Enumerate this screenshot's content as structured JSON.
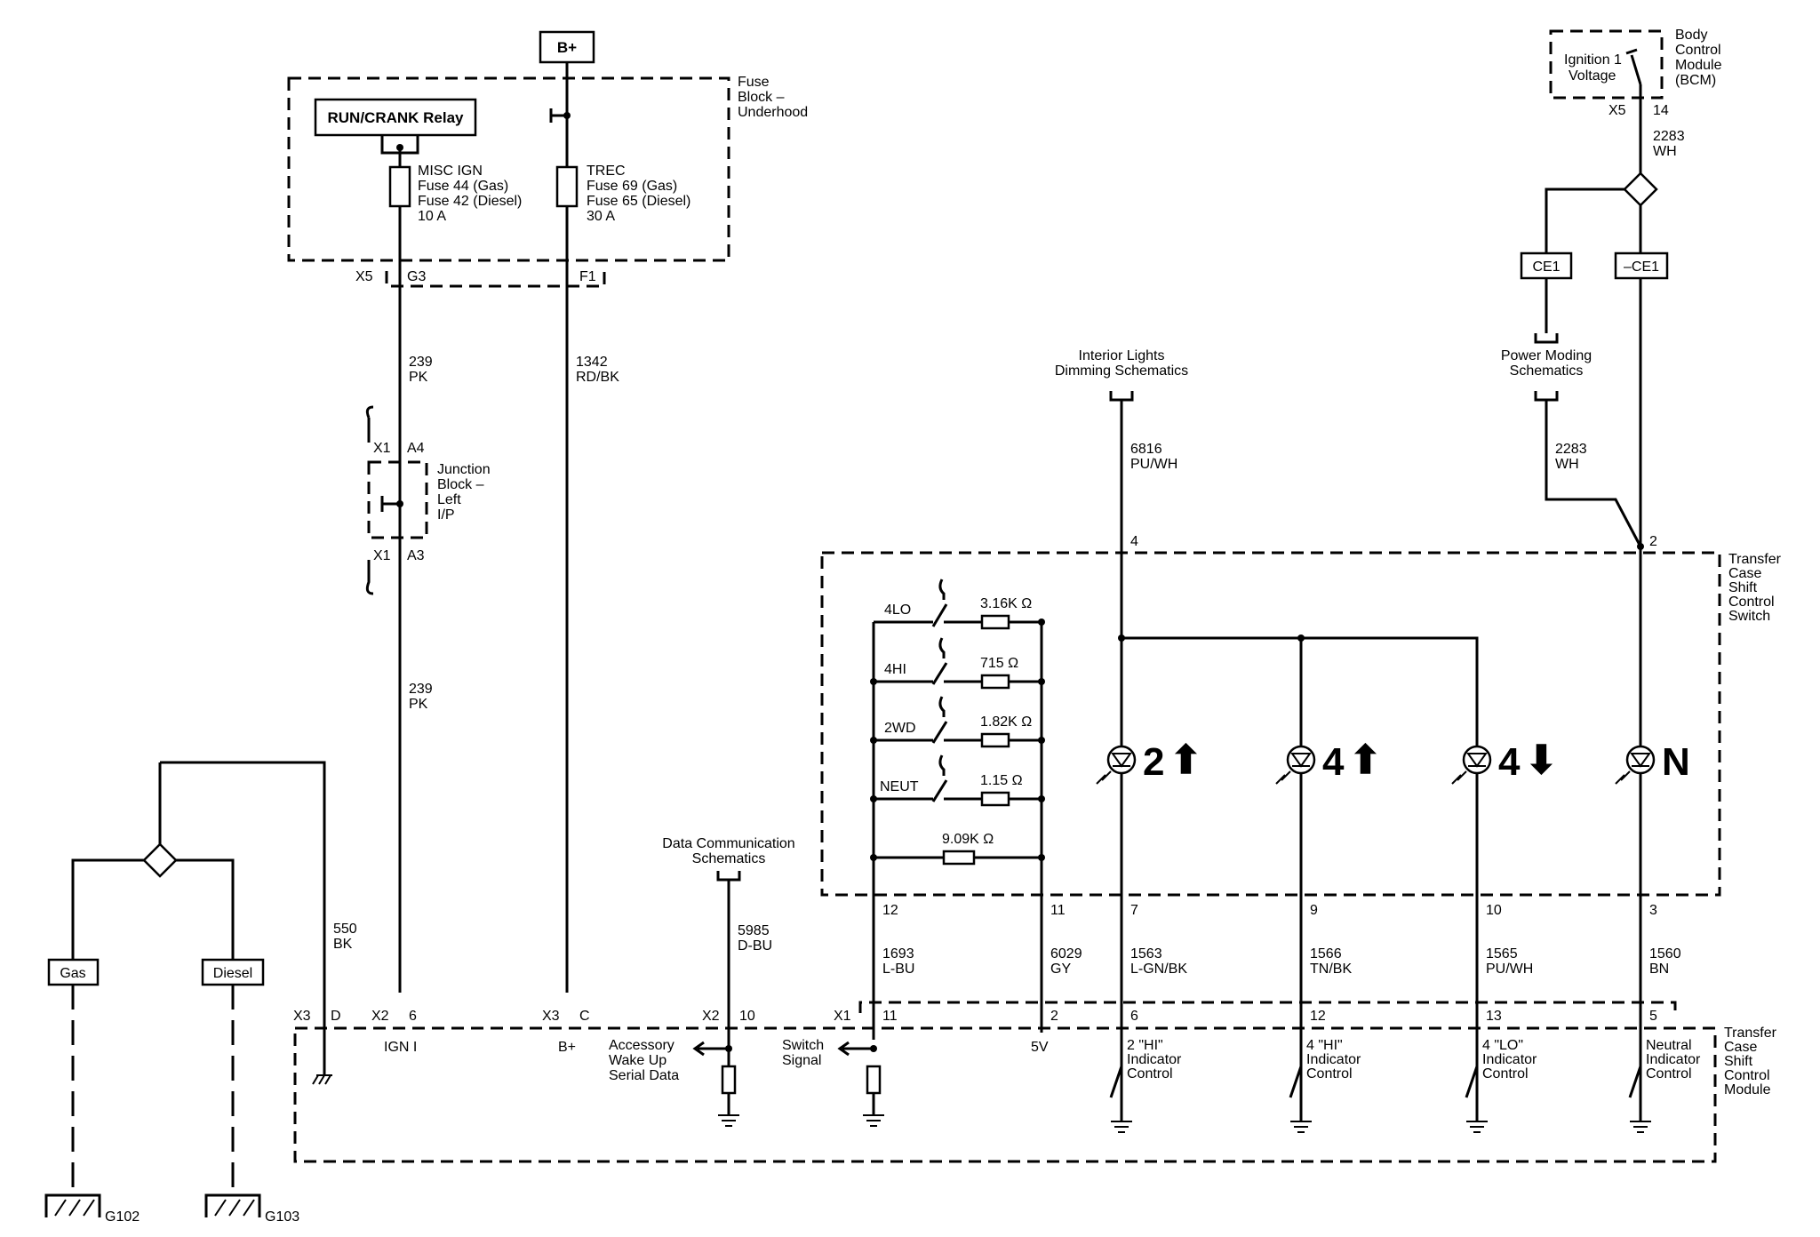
{
  "b_plus": "B+",
  "fuse_block": {
    "title": [
      "Fuse",
      "Block –",
      "Underhood"
    ],
    "relay": "RUN/CRANK Relay",
    "misc_ign": [
      "MISC IGN",
      "Fuse 44 (Gas)",
      "Fuse 42 (Diesel)",
      "10 A"
    ],
    "trec": [
      "TREC",
      "Fuse 69 (Gas)",
      "Fuse 65 (Diesel)",
      "30 A"
    ],
    "conn": "X5",
    "pin_g3": "G3",
    "pin_f1": "F1"
  },
  "bcm": {
    "title": [
      "Body",
      "Control",
      "Module",
      "(BCM)"
    ],
    "ign": [
      "Ignition 1",
      "Voltage"
    ],
    "conn": "X5",
    "pin": "14",
    "wire": [
      "2283",
      "WH"
    ]
  },
  "wires": {
    "w239a": [
      "239",
      "PK"
    ],
    "w239b": [
      "239",
      "PK"
    ],
    "w1342": [
      "1342",
      "RD/BK"
    ],
    "w550": [
      "550",
      "BK"
    ],
    "w5985": [
      "5985",
      "D-BU"
    ],
    "w6816": [
      "6816",
      "PU/WH"
    ],
    "w2283b": [
      "2283",
      "WH"
    ],
    "w1693": [
      "1693",
      "L-BU"
    ],
    "w6029": [
      "6029",
      "GY"
    ],
    "w1563": [
      "1563",
      "L-GN/BK"
    ],
    "w1566": [
      "1566",
      "TN/BK"
    ],
    "w1565": [
      "1565",
      "PU/WH"
    ],
    "w1560": [
      "1560",
      "BN"
    ]
  },
  "junction": {
    "title": [
      "Junction",
      "Block –",
      "Left",
      "I/P"
    ],
    "x1": "X1",
    "a4": "A4",
    "x1b": "X1",
    "a3": "A3"
  },
  "splices": {
    "ce1": "CE1",
    "nce1": "–CE1"
  },
  "refs": {
    "power_moding": [
      "Power Moding",
      "Schematics"
    ],
    "interior_lights": [
      "Interior Lights",
      "Dimming Schematics"
    ],
    "data_comm": [
      "Data Communication",
      "Schematics"
    ]
  },
  "switch": {
    "title": [
      "Transfer",
      "Case",
      "Shift",
      "Control",
      "Switch"
    ],
    "positions": [
      {
        "label": "4LO",
        "res": "3.16K Ω"
      },
      {
        "label": "4HI",
        "res": "715 Ω"
      },
      {
        "label": "2WD",
        "res": "1.82K Ω"
      },
      {
        "label": "NEUT",
        "res": "1.15 Ω"
      }
    ],
    "fixed_res": "9.09K Ω",
    "pin4": "4",
    "pin2": "2",
    "pins_bottom": [
      "12",
      "11",
      "7",
      "9",
      "10",
      "3"
    ],
    "lamps": [
      {
        "num": "2",
        "arrow": "⬆"
      },
      {
        "num": "4",
        "arrow": "⬆"
      },
      {
        "num": "4",
        "arrow": "⬇"
      },
      {
        "num": "N",
        "arrow": ""
      }
    ]
  },
  "module": {
    "title": [
      "Transfer",
      "Case",
      "Shift",
      "Control",
      "Module"
    ],
    "connectors": [
      {
        "conn": "X3",
        "pin": "D"
      },
      {
        "conn": "X2",
        "pin": "6"
      },
      {
        "conn": "X3",
        "pin": "C"
      },
      {
        "conn": "X2",
        "pin": "10"
      },
      {
        "conn": "X1",
        "pin": "11"
      }
    ],
    "pins_x1": [
      "2",
      "6",
      "12",
      "13",
      "5"
    ],
    "ign_i": "IGN I",
    "b_plus": "B+",
    "accessory": [
      "Accessory",
      "Wake Up",
      "Serial Data"
    ],
    "switch_signal": [
      "Switch",
      "Signal"
    ],
    "five_v": "5V",
    "controls": [
      [
        "2 \"HI\"",
        "Indicator",
        "Control"
      ],
      [
        "4 \"HI\"",
        "Indicator",
        "Control"
      ],
      [
        "4 \"LO\"",
        "Indicator",
        "Control"
      ],
      [
        "Neutral",
        "Indicator",
        "Control"
      ]
    ]
  },
  "ground": {
    "gas": "Gas",
    "diesel": "Diesel",
    "g102": "G102",
    "g103": "G103"
  }
}
